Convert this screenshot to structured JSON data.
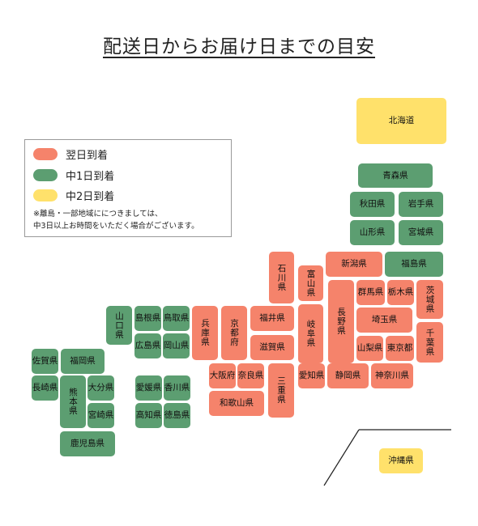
{
  "title": "配送日からお届け日までの目安",
  "colors": {
    "next_day": "#f5836b",
    "day2": "#5c9e71",
    "day3": "#ffe16b"
  },
  "legend": {
    "items": [
      {
        "label": "翌日到着",
        "color": "#f5836b"
      },
      {
        "label": "中1日到着",
        "color": "#5c9e71"
      },
      {
        "label": "中2日到着",
        "color": "#ffe16b"
      }
    ],
    "note_line1": "※離島・一部地域ににつきましては、",
    "note_line2": "中3日以上お時間をいただく場合がございます。"
  },
  "prefectures": {
    "hokkaido": "北海道",
    "aomori": "青森県",
    "akita": "秋田県",
    "iwate": "岩手県",
    "yamagata": "山形県",
    "miyagi": "宮城県",
    "fukushima": "福島県",
    "niigata": "新潟県",
    "ishikawa": "石川県",
    "toyama": "富山県",
    "gunma": "群馬県",
    "tochigi": "栃木県",
    "ibaraki": "茨城県",
    "yamaguchi": "山口県",
    "shimane": "島根県",
    "tottori": "鳥取県",
    "hyogo": "兵庫県",
    "kyoto": "京都府",
    "fukui": "福井県",
    "gifu": "岐阜県",
    "nagano": "長野県",
    "saitama": "埼玉県",
    "chiba": "千葉県",
    "hiroshima": "広島県",
    "okayama": "岡山県",
    "shiga": "滋賀県",
    "yamanashi": "山梨県",
    "tokyo": "東京都",
    "saga": "佐賀県",
    "fukuoka": "福岡県",
    "osaka": "大阪府",
    "nara": "奈良県",
    "mie": "三重県",
    "aichi": "愛知県",
    "shizuoka": "静岡県",
    "kanagawa": "神奈川県",
    "nagasaki": "長崎県",
    "kumamoto": "熊本県",
    "oita": "大分県",
    "ehime": "愛媛県",
    "kagawa": "香川県",
    "miyazaki": "宮崎県",
    "kochi": "高知県",
    "tokushima": "徳島県",
    "wakayama": "和歌山県",
    "kagoshima": "鹿児島県",
    "okinawa": "沖縄県"
  }
}
